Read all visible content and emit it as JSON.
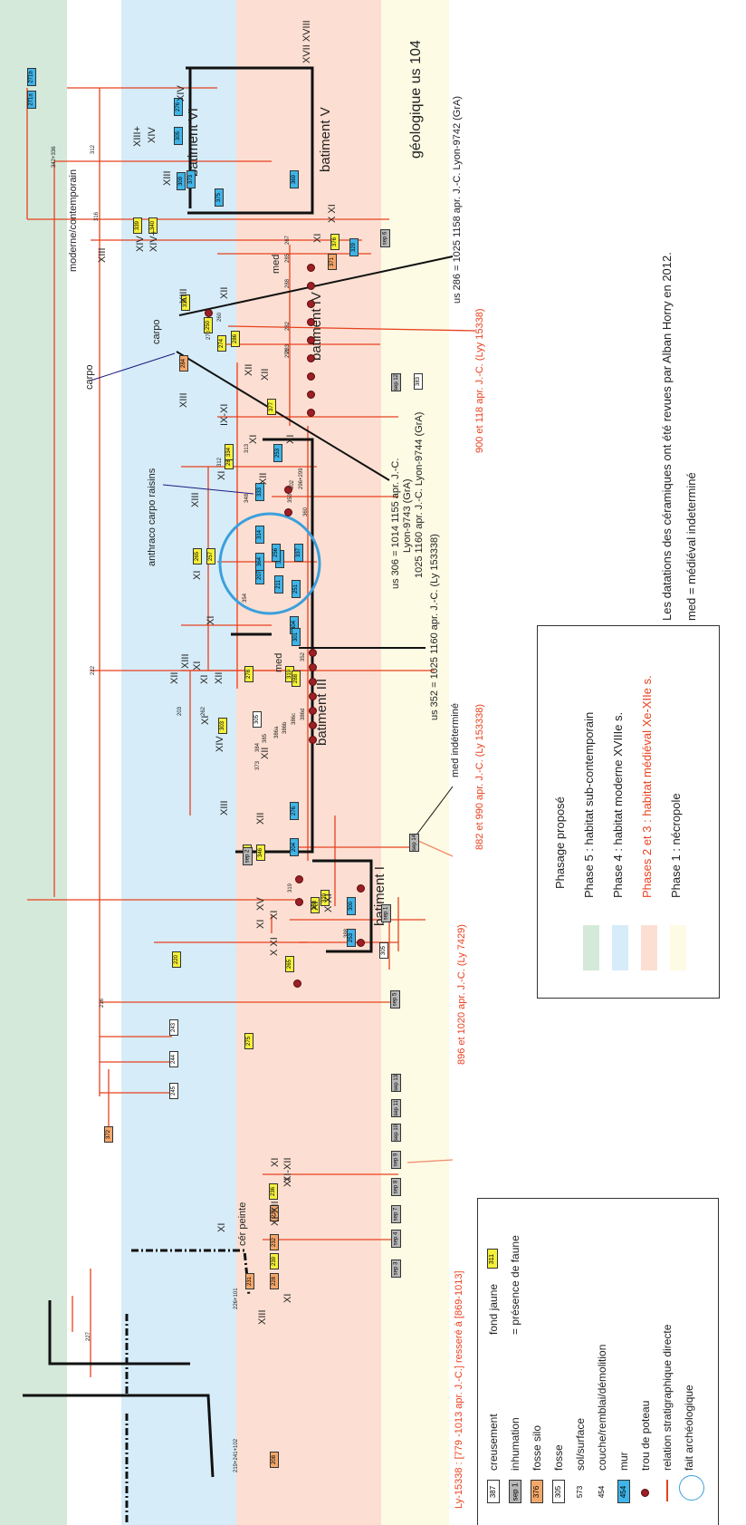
{
  "colors": {
    "phase5": "#d4e9da",
    "phase4": "#d6ecf8",
    "phase23": "#fcdfd2",
    "phase1": "#fdfbe4",
    "relation": "#e8411f",
    "mur": "#3fb4e8",
    "fond_jaune": "#f5f03a",
    "fosse_silo": "#f4a76a",
    "sep": "#b8b8b8",
    "posthole": "#9b1f24",
    "highlight_circle": "#3b9fdc"
  },
  "zones": {
    "geologique": "géologique us 104",
    "moderne": "moderne/contemporain",
    "carpo": "carpo",
    "anthraco": "anthraco carpo raisins",
    "cer_peinte": "cér peinte",
    "med_indetermine": "med indéterminé",
    "med": "med"
  },
  "buildings": {
    "b1": "batiment I",
    "b3": "batiment III",
    "b4": "batiment IV",
    "b5": "batiment V",
    "b6": "batiment VI"
  },
  "dating": {
    "us286": "us 286 = 1025 1158 apr. J.-C. Lyon-9742 (GrA)",
    "us306_a": "us 306 = 1014 1155 apr. J.-C.",
    "us306_b": "Lyon-9743 (GrA)",
    "us302": "1025 1160 apr. J.-C. Lyon-9744 (GrA)",
    "us352": "us 352 = 1025 1160 apr. J.-C. (Ly 153338)",
    "ly15338": "900 et 118 apr. J.-C. (Lyy 15338)",
    "ly153338b": "882 et 990 apr. J.-C. (Ly 153338)",
    "ly7429": "896 et 1020 apr. J.-C. (Ly 7429)",
    "ly15338_bottom": "Ly-15338 : [779 -1013 apr. J.-C.]  resseré à [869-1013]"
  },
  "notes": {
    "line1": "Les datations des céramiques ont été revues par Alban Horry en 2012.",
    "line2": "med = médiéval indeterminé"
  },
  "phasage": {
    "title": "Phasage proposé",
    "items": [
      {
        "label": "Phase 5 : habitat sub-contemporain",
        "color": "#d4e9da",
        "text_color": "#222222"
      },
      {
        "label": "Phase 4 : habitat moderne XVIIIe s.",
        "color": "#d6ecf8",
        "text_color": "#222222"
      },
      {
        "label": "Phases 2 et 3 : habitat médiéval Xe-XIIe s.",
        "color": "#fcdfd2",
        "text_color": "#e8411f"
      },
      {
        "label": "Phase 1 : nécropole",
        "color": "#fdfbe4",
        "text_color": "#222222"
      }
    ]
  },
  "legend": {
    "items": [
      {
        "sample": "387",
        "kind": "white",
        "label": "creusement",
        "extra_label": "fond jaune",
        "extra_sample": "311"
      },
      {
        "sample": "sep 1",
        "kind": "grey",
        "label": "inhumation",
        "extra_label": "= présence de faune",
        "extra_sample": ""
      },
      {
        "sample": "376",
        "kind": "orange",
        "label": "fosse silo",
        "extra_label": "",
        "extra_sample": ""
      },
      {
        "sample": "305",
        "kind": "white",
        "label": "fosse",
        "extra_label": "",
        "extra_sample": ""
      },
      {
        "sample": "573",
        "kind": "none",
        "label": "sol/surface",
        "extra_label": "",
        "extra_sample": ""
      },
      {
        "sample": "454",
        "kind": "none",
        "label": "couche/remblai/démolition",
        "extra_label": "",
        "extra_sample": ""
      },
      {
        "sample": "454",
        "kind": "blue",
        "label": "mur",
        "extra_label": "",
        "extra_sample": ""
      },
      {
        "sample": "311",
        "kind": "post",
        "label": "trou de poteau",
        "extra_label": "",
        "extra_sample": ""
      },
      {
        "sample": "",
        "kind": "line",
        "label": "relation stratigraphique directe",
        "extra_label": "",
        "extra_sample": ""
      },
      {
        "sample": "",
        "kind": "circle",
        "label": "fait archéologique",
        "extra_label": "",
        "extra_sample": ""
      }
    ]
  },
  "roman_labels": [
    "XVII XVIII",
    "XIV",
    "XIII+",
    "XIV",
    "XIII",
    "XIV",
    "XIV+",
    "XIII",
    "XIII",
    "XI",
    "X XI",
    "XII",
    "XIII",
    "XII",
    "IX-XI",
    "XII",
    "XI",
    "XI",
    "XI",
    "XII",
    "XIII",
    "XI",
    "XI",
    "XII",
    "XI",
    "XII",
    "XIV",
    "XV",
    "XIII",
    "XII",
    "XI",
    "XII",
    "XI",
    "XIII",
    "XI",
    "XI",
    "X XI",
    "X XI",
    "XI",
    "XI",
    "XI-XII",
    "XI",
    "XI",
    "XI-XII",
    "XI",
    "XIII"
  ],
  "units_blue": [
    "271a",
    "271b",
    "305",
    "276",
    "309",
    "373",
    "369",
    "375",
    "253",
    "304",
    "251",
    "207",
    "301",
    "211",
    "316",
    "337",
    "256",
    "364",
    "314",
    "333",
    "276",
    "204",
    "300",
    "253",
    "329"
  ],
  "units_yellow": [
    "339",
    "340",
    "274",
    "250",
    "286",
    "376",
    "377",
    "330",
    "287",
    "334",
    "265",
    "257",
    "220",
    "319",
    "288",
    "303",
    "275",
    "278",
    "281",
    "346",
    "239",
    "236",
    "265",
    "288",
    "320"
  ],
  "units_grey": [
    "sep 6",
    "sep 12",
    "sep 14",
    "sep 2",
    "sep 1",
    "sep 5",
    "sep 3",
    "sep 4",
    "sep 7",
    "sep 8",
    "sep 9",
    "sep 10",
    "sep 11",
    "sep 13"
  ],
  "units_white": [
    "243",
    "244",
    "245",
    "383",
    "305",
    "305"
  ],
  "units_orange": [
    "372",
    "232",
    "231",
    "228",
    "237",
    "208",
    "230",
    "371",
    "284"
  ],
  "small_labels": [
    "342+336",
    "312",
    "316",
    "222",
    "216",
    "227",
    "226+101",
    "219+241+102",
    "260",
    "203",
    "262",
    "270",
    "312",
    "313",
    "348",
    "373",
    "384",
    "385",
    "386a",
    "386b",
    "386c",
    "386d",
    "352",
    "302",
    "353",
    "360",
    "296+299",
    "288",
    "285",
    "267",
    "283",
    "282",
    "291",
    "354",
    "319",
    "388"
  ]
}
